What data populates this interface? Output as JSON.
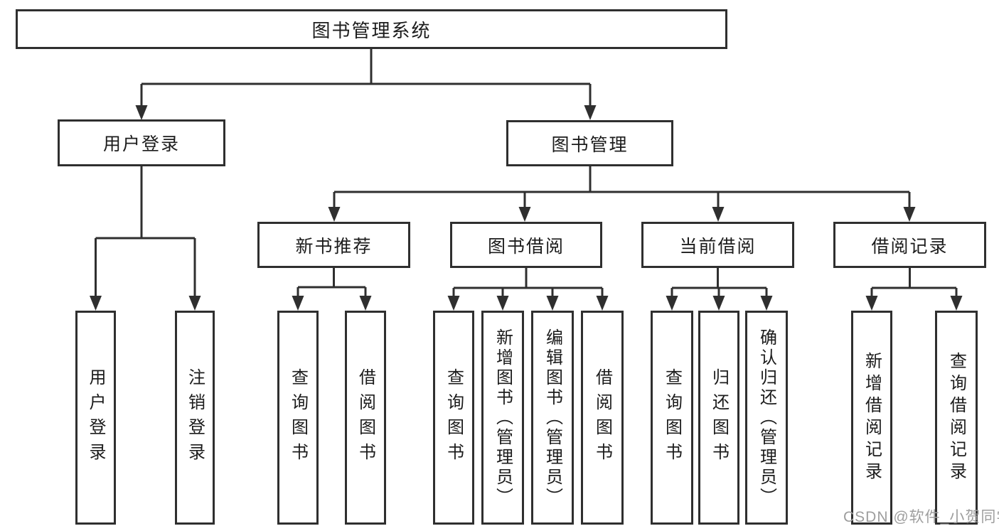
{
  "diagram": {
    "root": {
      "label": "图书管理系统"
    },
    "branches": [
      {
        "label": "用户登录",
        "leaves": [
          "用户登录",
          "注销登录"
        ]
      },
      {
        "label": "图书管理",
        "groups": [
          {
            "label": "新书推荐",
            "leaves": [
              "查询图书",
              "借阅图书"
            ]
          },
          {
            "label": "图书借阅",
            "leaves": [
              "查询图书",
              "新增图书（管理员）",
              "编辑图书（管理员）",
              "借阅图书"
            ]
          },
          {
            "label": "当前借阅",
            "leaves": [
              "查询图书",
              "归还图书",
              "确认归还（管理员）"
            ]
          },
          {
            "label": "借阅记录",
            "leaves": [
              "新增借阅记录",
              "查询借阅记录"
            ]
          }
        ]
      }
    ]
  },
  "watermark": {
    "text": "CSDN @软件_小贺同学"
  },
  "colors": {
    "line": "#2f2f2f",
    "box_border": "#2f2f2f",
    "text": "#1c1c1c",
    "watermark": "#9e9e9e",
    "background": "#ffffff"
  }
}
